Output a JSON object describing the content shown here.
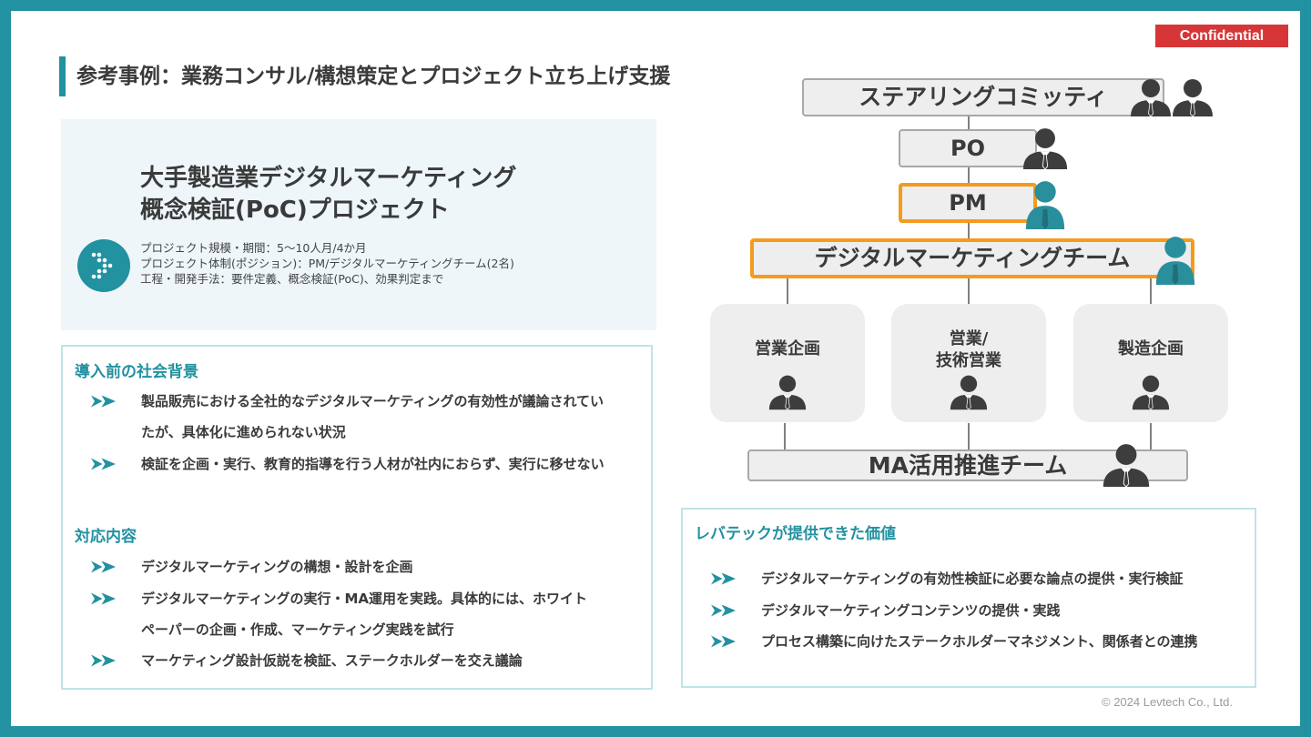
{
  "badge": "Confidential",
  "page_title": "参考事例：業務コンサル/構想策定とプロジェクト立ち上げ支援",
  "project": {
    "title_line1": "大手製造業デジタルマーケティング",
    "title_line2": "概念検証(PoC)プロジェクト",
    "details": [
      "プロジェクト規模・期間：5〜10人月/4か月",
      "プロジェクト体制(ポジション)：PM/デジタルマーケティングチーム(2名)",
      "工程・開発手法：要件定義、概念検証(PoC)、効果判定まで"
    ]
  },
  "background": {
    "title": "導入前の社会背景",
    "items": [
      [
        "製品販売における全社的なデジタルマーケティングの有効性が議論されてい",
        "たが、具体化に進められない状況"
      ],
      [
        "検証を企画・実行、教育的指導を行う人材が社内におらず、実行に移せない"
      ]
    ]
  },
  "response": {
    "title": "対応内容",
    "items": [
      [
        "デジタルマーケティングの構想・設計を企画"
      ],
      [
        "デジタルマーケティングの実行・MA運用を実践。具体的には、ホワイト",
        "ペーパーの企画・作成、マーケティング実践を試行"
      ],
      [
        "マーケティング設計仮説を検証、ステークホルダーを交え議論"
      ]
    ]
  },
  "value": {
    "title": "レバテックが提供できた価値",
    "items": [
      "デジタルマーケティングの有効性検証に必要な論点の提供・実行検証",
      "デジタルマーケティングコンテンツの提供・実践",
      "プロセス構築に向けたステークホルダーマネジメント、関係者との連携"
    ]
  },
  "org": {
    "steering": "ステアリングコミッティ",
    "po": "PO",
    "pm": "PM",
    "dm_team": "デジタルマーケティングチーム",
    "depts": [
      "営業企画",
      "営業/\n技術営業",
      "製造企画"
    ],
    "ma_team": "MA活用推進チーム"
  },
  "colors": {
    "accent": "#2291a0",
    "highlight": "#f49b1d",
    "badge": "#d63638",
    "person_dark": "#3d3d3d",
    "person_teal": "#2a8f9c"
  },
  "copyright": "© 2024 Levtech Co., Ltd."
}
